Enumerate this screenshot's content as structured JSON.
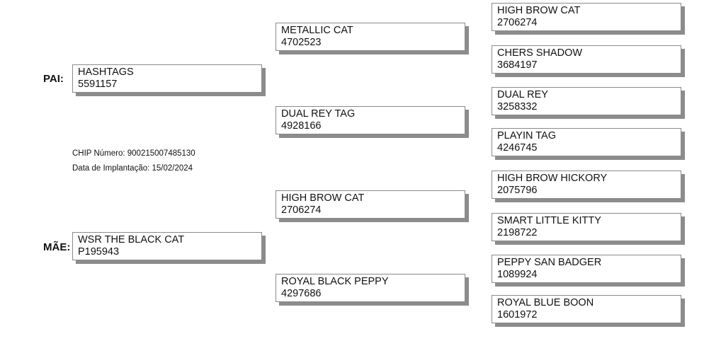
{
  "sire_label": "PAI:",
  "dam_label": "MÃE:",
  "sire": {
    "name": "HASHTAGS",
    "reg": "5591157"
  },
  "dam": {
    "name": "WSR THE BLACK CAT",
    "reg": "P195943"
  },
  "chip": "CHIP Número: 900215007485130",
  "implant": "Data de Implantação: 15/02/2024",
  "grandparents": [
    {
      "name": "METALLIC CAT",
      "reg": "4702523"
    },
    {
      "name": "DUAL REY TAG",
      "reg": "4928166"
    },
    {
      "name": "HIGH BROW CAT",
      "reg": "2706274"
    },
    {
      "name": "ROYAL BLACK PEPPY",
      "reg": "4297686"
    }
  ],
  "great_grandparents": [
    {
      "name": "HIGH BROW CAT",
      "reg": "2706274"
    },
    {
      "name": "CHERS SHADOW",
      "reg": "3684197"
    },
    {
      "name": "DUAL REY",
      "reg": "3258332"
    },
    {
      "name": "PLAYIN TAG",
      "reg": "4246745"
    },
    {
      "name": "HIGH BROW HICKORY",
      "reg": "2075796"
    },
    {
      "name": "SMART LITTLE KITTY",
      "reg": "2198722"
    },
    {
      "name": "PEPPY SAN BADGER",
      "reg": "1089924"
    },
    {
      "name": "ROYAL BLUE BOON",
      "reg": "1601972"
    }
  ]
}
